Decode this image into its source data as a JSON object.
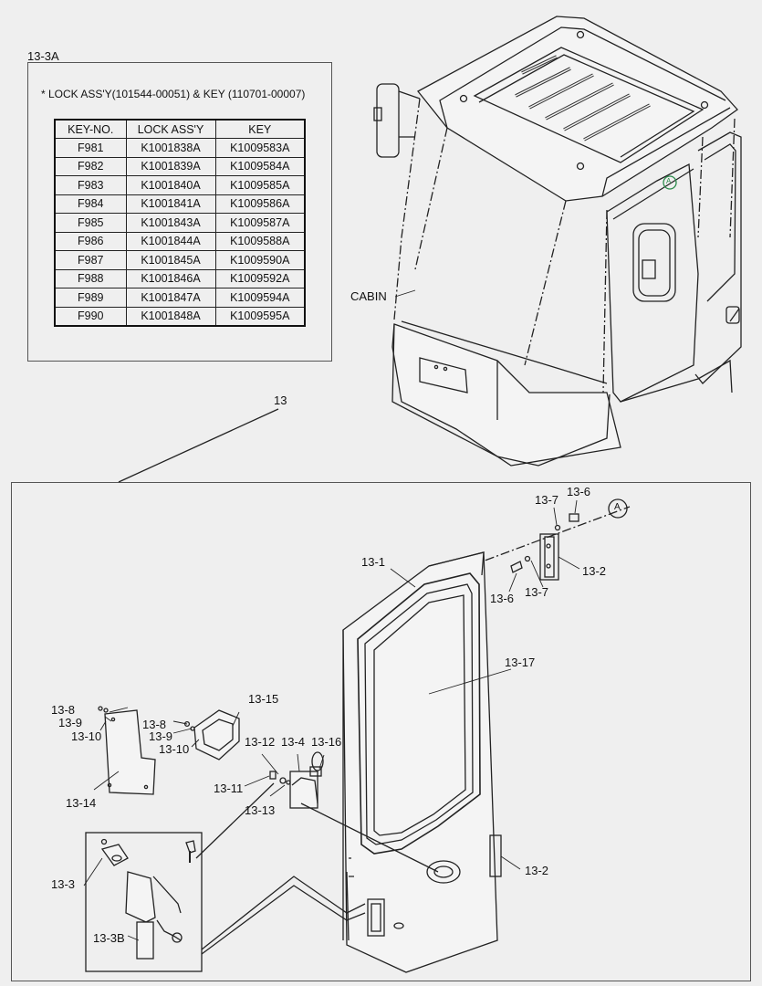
{
  "inset": {
    "ref": "13-3A",
    "note": "* LOCK ASS'Y(101544-00051) & KEY (110701-00007)",
    "headers": [
      "KEY-NO.",
      "LOCK ASS'Y",
      "KEY"
    ],
    "rows": [
      [
        "F981",
        "K1001838A",
        "K1009583A"
      ],
      [
        "F982",
        "K1001839A",
        "K1009584A"
      ],
      [
        "F983",
        "K1001840A",
        "K1009585A"
      ],
      [
        "F984",
        "K1001841A",
        "K1009586A"
      ],
      [
        "F985",
        "K1001843A",
        "K1009587A"
      ],
      [
        "F986",
        "K1001844A",
        "K1009588A"
      ],
      [
        "F987",
        "K1001845A",
        "K1009590A"
      ],
      [
        "F988",
        "K1001846A",
        "K1009592A"
      ],
      [
        "F989",
        "K1001847A",
        "K1009594A"
      ],
      [
        "F990",
        "K1001848A",
        "K1009595A"
      ]
    ]
  },
  "cabin_label": "CABIN",
  "door_ref": "13",
  "callout": "A",
  "parts": {
    "p13_7_top": "13-7",
    "p13_6_top": "13-6",
    "p13_2_top": "13-2",
    "p13_6_mid": "13-6",
    "p13_7_mid": "13-7",
    "p13_1": "13-1",
    "p13_17": "13-17",
    "p13_8_a": "13-8",
    "p13_9_a": "13-9",
    "p13_10_a": "13-10",
    "p13_14": "13-14",
    "p13_8_b": "13-8",
    "p13_9_b": "13-9",
    "p13_10_b": "13-10",
    "p13_15": "13-15",
    "p13_12": "13-12",
    "p13_4": "13-4",
    "p13_16": "13-16",
    "p13_11": "13-11",
    "p13_13": "13-13",
    "p13_3": "13-3",
    "p13_3B": "13-3B",
    "p13_2_bot": "13-2"
  }
}
